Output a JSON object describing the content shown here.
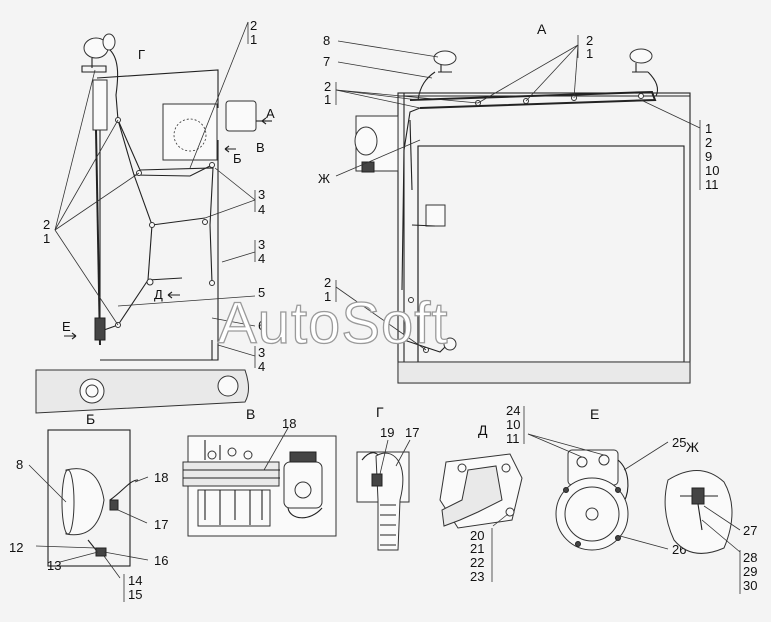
{
  "watermark": "AutoSoft",
  "views": {
    "A": "А",
    "B": "Б",
    "V": "В",
    "G": "Г",
    "D": "Д",
    "E": "Е",
    "Zh": "Ж"
  },
  "callouts": {
    "n1": "1",
    "n2": "2",
    "n3": "3",
    "n4": "4",
    "n5": "5",
    "n6": "6",
    "n7": "7",
    "n8": "8",
    "n9": "9",
    "n10": "10",
    "n11": "11",
    "n12": "12",
    "n13": "13",
    "n14": "14",
    "n15": "15",
    "n16": "16",
    "n17": "17",
    "n18": "18",
    "n19": "19",
    "n20": "20",
    "n21": "21",
    "n22": "22",
    "n23": "23",
    "n24": "24",
    "n25": "25",
    "n26": "26",
    "n27": "27",
    "n28": "28",
    "n29": "29",
    "n30": "30"
  },
  "colors": {
    "line": "#222222",
    "background": "#f4f4f4",
    "watermark_outline": "#9a9a9a"
  }
}
